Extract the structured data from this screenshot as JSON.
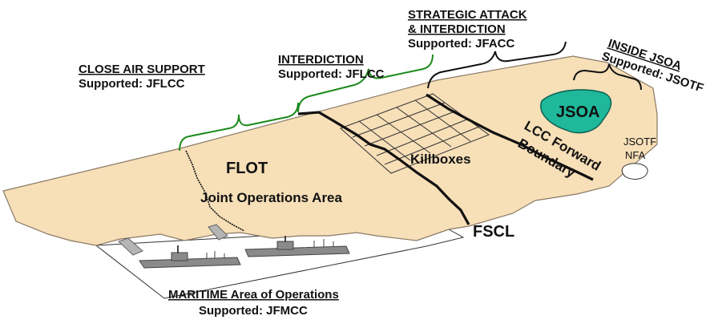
{
  "colors": {
    "land": "#f7dfb8",
    "outline": "#8a7a66",
    "bracket": "#1b8a1b",
    "jsoa": "#1fb89a",
    "line": "#111111",
    "ship": "#8a8a8a"
  },
  "headers": {
    "close_air_support": {
      "title": "CLOSE AIR SUPPORT",
      "supported": "Supported: JFLCC"
    },
    "interdiction": {
      "title": "INTERDICTION",
      "supported": "Supported: JFLCC"
    },
    "strategic_attack": {
      "title_line1": "STRATEGIC ATTACK",
      "title_line2": "& INTERDICTION",
      "supported": "Supported: JFACC"
    },
    "inside_jsoa": {
      "title": "INSIDE JSOA",
      "supported": "Supported: JSOTF"
    },
    "maritime": {
      "title": "MARITIME Area of Operations",
      "supported": "Supported: JFMCC"
    }
  },
  "map_labels": {
    "flot": "FLOT",
    "joa": "Joint Operations Area",
    "killboxes": "Killboxes",
    "fscl": "FSCL",
    "lcc_boundary_line1": "LCC Forward",
    "lcc_boundary_line2": "Boundary",
    "jsoa": "JSOA",
    "jsotf": "JSOTF",
    "nfa": "NFA"
  },
  "icons": [
    "ship-icon",
    "pier-icon",
    "bracket-icon"
  ]
}
